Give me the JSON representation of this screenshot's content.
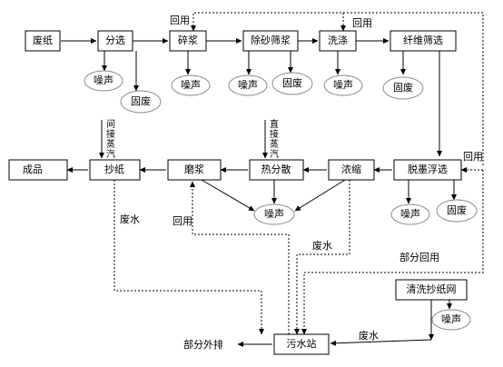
{
  "nodes": {
    "waste_paper": "废纸",
    "sorting": "分选",
    "pulping": "碎浆",
    "desanding": "除砂筛浆",
    "washing": "洗涤",
    "fiber_screening": "纤维筛选",
    "finished_product": "成品",
    "paper_making": "抄纸",
    "refining": "磨浆",
    "heat_dispersion": "热分散",
    "thickening": "浓缩",
    "deinking_flotation": "脱墨浮选",
    "cleaning_wire": "清洗抄纸网",
    "wastewater_station": "污水站"
  },
  "outputs": {
    "noise": "噪声",
    "solid_waste": "固废"
  },
  "labels": {
    "recycle": "回用",
    "waste_water": "废水",
    "partial_recycle": "部分回用",
    "partial_discharge": "部分外排"
  },
  "steam": {
    "indirect_steam": [
      "间",
      "接",
      "蒸",
      "汽"
    ],
    "direct_steam": [
      "直",
      "接",
      "蒸",
      "汽"
    ]
  }
}
